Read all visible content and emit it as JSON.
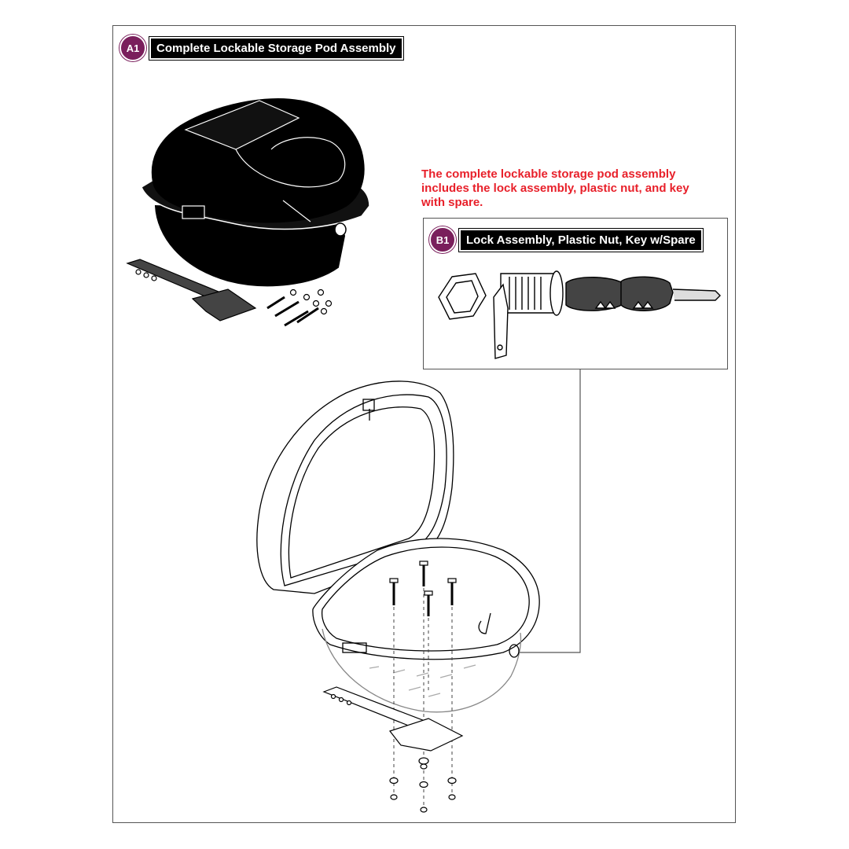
{
  "labels": {
    "a1": {
      "badge": "A1",
      "title": "Complete Lockable Storage Pod Assembly"
    },
    "b1": {
      "badge": "B1",
      "title": "Lock Assembly, Plastic Nut, Key w/Spare"
    }
  },
  "note": "The complete lockable storage pod assembly includes the lock assembly, plastic nut, and key with spare.",
  "colors": {
    "badge": "#7a1f5c",
    "note_text": "#e8202a",
    "title_box": "#000000"
  }
}
